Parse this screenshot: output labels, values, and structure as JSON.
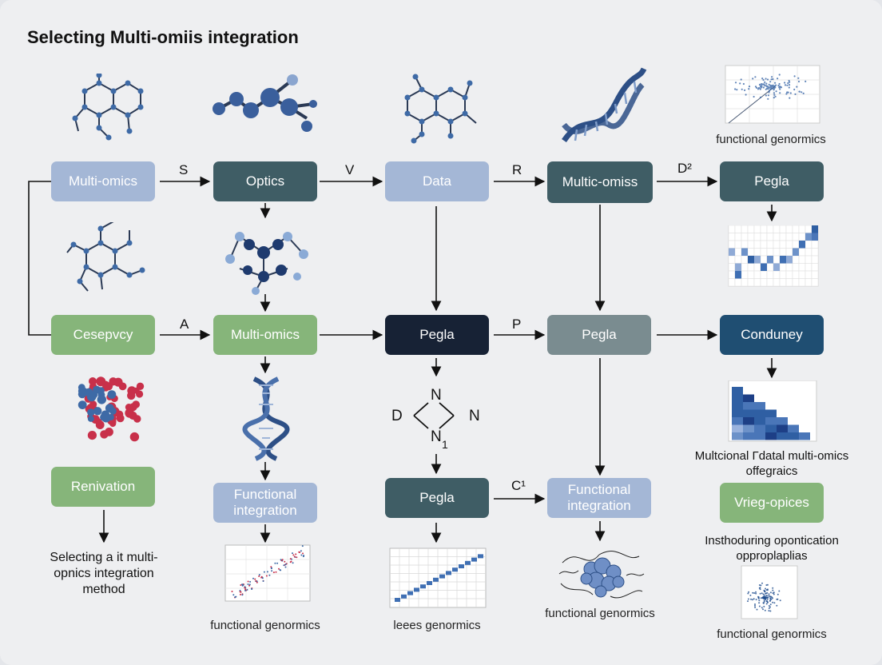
{
  "title": "Selecting Multi-omiis integration",
  "nodes": {
    "multi_omics": "Multi-omics",
    "optics": "Optics",
    "data": "Data",
    "multic_omiss": "Multic-omiss",
    "pegla_top": "Pegla",
    "ceseprcy": "Cesepvcy",
    "multi_omics_2": "Multi-omics",
    "pegla_navy": "Pegla",
    "pegla_gray": "Pegla",
    "conduney": "Conduney",
    "renivation": "Renivation",
    "functional_integration_1": "Functional integration",
    "pegla_bottom": "Pegla",
    "functional_integration_2": "Functional integration",
    "vrieg_opices": "Vrieg-opices"
  },
  "edge_labels": {
    "s": "S",
    "v": "V",
    "r": "R",
    "d2": "D²",
    "a": "A",
    "p": "P",
    "c1": "C¹"
  },
  "captions": {
    "top_right_plot": "functional genormics",
    "scatter_left": "functional genormics",
    "bar_plot": "leees genormics",
    "network": "functional genormics",
    "bottom_right_scatter": "functional genormics"
  },
  "notes": {
    "selecting_method": "Selecting a it multi-opnics integration method",
    "multicional": "Multcional Γdatal multi-omics offegraics",
    "insthoduring": "Insthoduring opontication opproplaplias"
  },
  "chem_labels": {
    "d": "D",
    "n_top": "N",
    "n_right": "N",
    "n_bottom": "N",
    "sub_1": "1"
  },
  "colors": {
    "light_blue": "#a4b7d6",
    "slate": "#3f5d65",
    "green": "#86b57a",
    "navy": "#172235",
    "gray": "#7a8c90",
    "deep_blue": "#1f4e72",
    "molecule_blue": "#3e6aa6",
    "molecule_red": "#c8304a"
  }
}
